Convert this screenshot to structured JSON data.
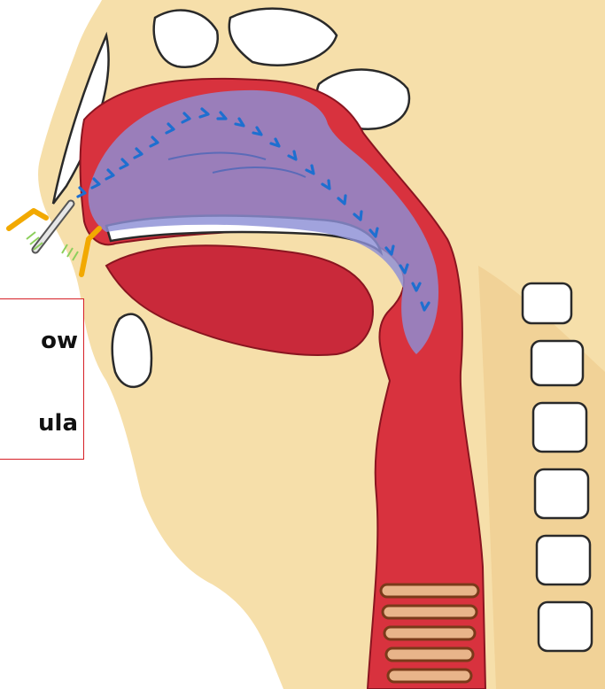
{
  "diagram": {
    "subject": "sagittal-head-neck-airway",
    "colors": {
      "skin": "#f6dfaa",
      "skin_dark": "#eec98a",
      "tissue": "#d8323e",
      "tissue_dark": "#b01d2a",
      "airflow_fill": "#8c8fd6",
      "arrow": "#1e6fd0",
      "cannula_prong": "#f2a900",
      "spray": "#8ccf5c",
      "bone_outline": "#2a2a2a"
    },
    "icons": [
      "nasal-cannula-icon",
      "airflow-arrow-icon"
    ]
  },
  "callout": {
    "line1": "ow",
    "line2": "ula"
  }
}
